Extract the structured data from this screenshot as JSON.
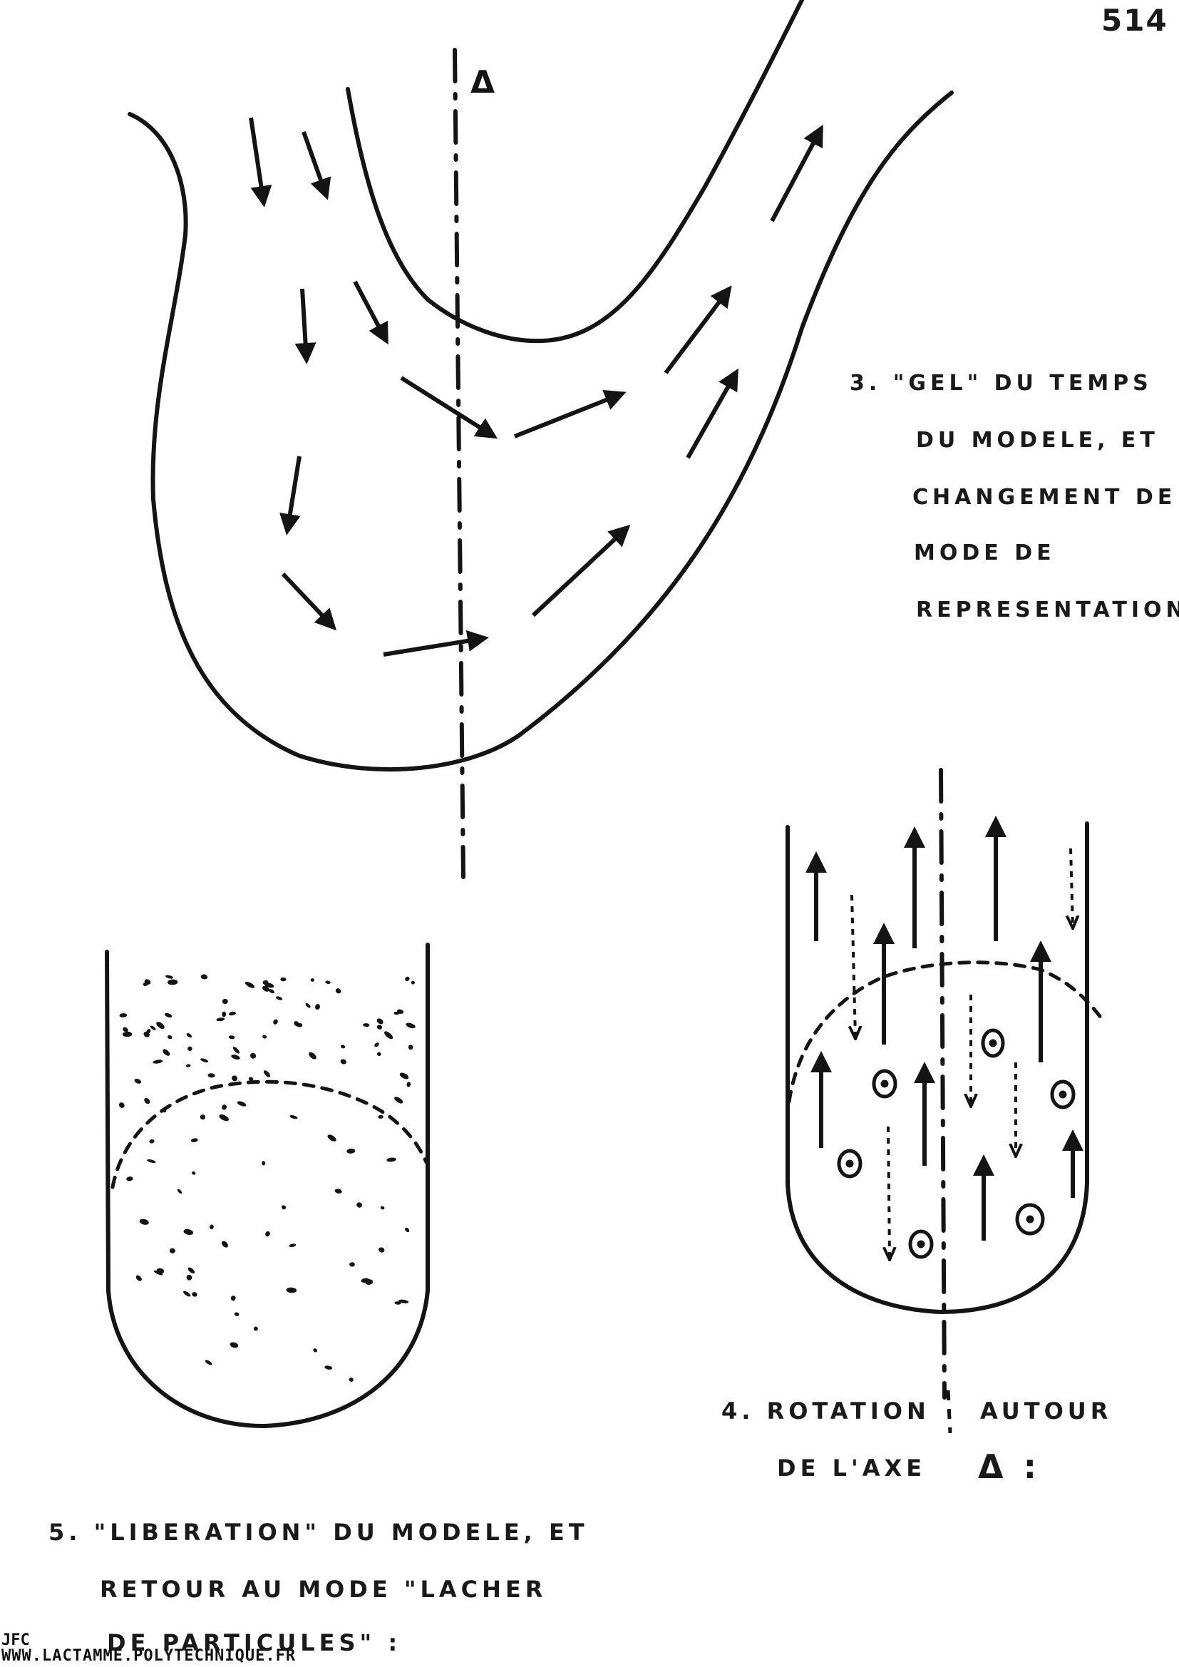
{
  "page_number": "514",
  "axis_symbol": "Δ",
  "captions": {
    "step3": [
      "3. \"GEL\" DU TEMPS",
      "DU MODELE, ET",
      "CHANGEMENT DE",
      "MODE DE",
      "REPRESENTATION :"
    ],
    "step4": [
      "4. ROTATION",
      "AUTOUR",
      "DE L'AXE",
      "Δ :"
    ],
    "step5": [
      "5. \"LIBERATION\" DU MODELE, ET",
      "RETOUR AU MODE \"LACHER",
      "DE PARTICULES\" :"
    ]
  },
  "watermark": {
    "initials": "JFC",
    "url": "WWW.LACTAMME.POLYTECHNIQUE.FR"
  },
  "colors": {
    "ink": "#141414",
    "paper": "#ffffff"
  }
}
